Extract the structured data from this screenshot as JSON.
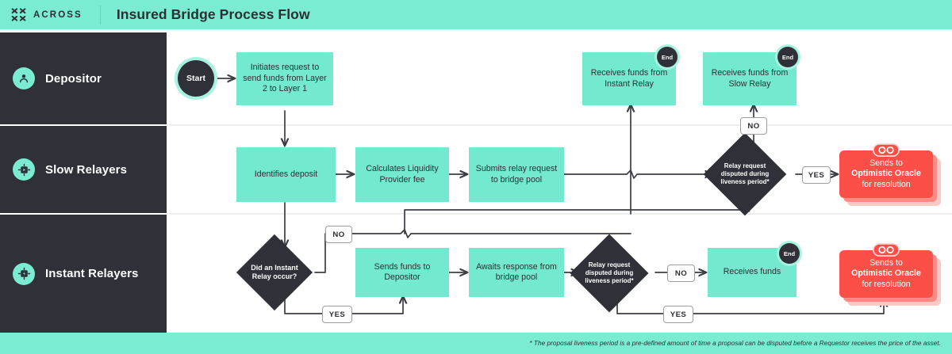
{
  "header": {
    "brand": "ACROSS",
    "brand_icon": "across-logo-icon",
    "title": "Insured Bridge Process Flow",
    "accent_color": "#7aecd2",
    "dark_color": "#2f3038"
  },
  "lanes": [
    {
      "id": "depositor",
      "label": "Depositor",
      "icon": "user-icon"
    },
    {
      "id": "slow-relayers",
      "label": "Slow Relayers",
      "icon": "relay-node-icon"
    },
    {
      "id": "instant-relayers",
      "label": "Instant Relayers",
      "icon": "relay-node-icon"
    }
  ],
  "nodes": {
    "start": {
      "label": "Start"
    },
    "initiates_request": {
      "label": "Initiates request to send funds from Layer 2 to Layer 1"
    },
    "receives_instant": {
      "label": "Receives funds from Instant Relay",
      "badge": "End"
    },
    "receives_slow": {
      "label": "Receives funds from Slow Relay",
      "badge": "End"
    },
    "identifies_deposit": {
      "label": "Identifies deposit"
    },
    "calculates_lp_fee": {
      "label": "Calculates Liquidity Provider fee"
    },
    "submits_relay": {
      "label": "Submits relay request to bridge pool"
    },
    "slow_dispute": {
      "label": "Relay request disputed during liveness period*"
    },
    "slow_oracle": {
      "line1": "Sends to",
      "line2": "Optimistic Oracle",
      "line3": "for resolution",
      "icon": "uma-oracle-icon"
    },
    "instant_relay_q": {
      "label": "Did an Instant Relay occur?"
    },
    "sends_funds_depositor": {
      "label": "Sends funds to Depositor"
    },
    "awaits_response": {
      "label": "Awaits response from bridge pool"
    },
    "instant_dispute": {
      "label": "Relay request disputed during liveness period*"
    },
    "receives_funds": {
      "label": "Receives funds",
      "badge": "End"
    },
    "instant_oracle": {
      "line1": "Sends to",
      "line2": "Optimistic Oracle",
      "line3": "for resolution",
      "icon": "uma-oracle-icon"
    }
  },
  "edge_labels": {
    "slow_dispute_no": "NO",
    "slow_dispute_yes": "YES",
    "instant_q_no": "NO",
    "instant_q_yes": "YES",
    "instant_dispute_no": "NO",
    "instant_dispute_yes": "YES"
  },
  "footer": {
    "footnote": "* The proposal liveness period is a pre-defined amount of time a proposal can be disputed before a Requestor receives the price of the asset."
  },
  "colors": {
    "mint": "#73ead0",
    "mint_header": "#7aecd2",
    "dark": "#2f3038",
    "red": "#fb4f47",
    "wire": "#3c3d44"
  }
}
